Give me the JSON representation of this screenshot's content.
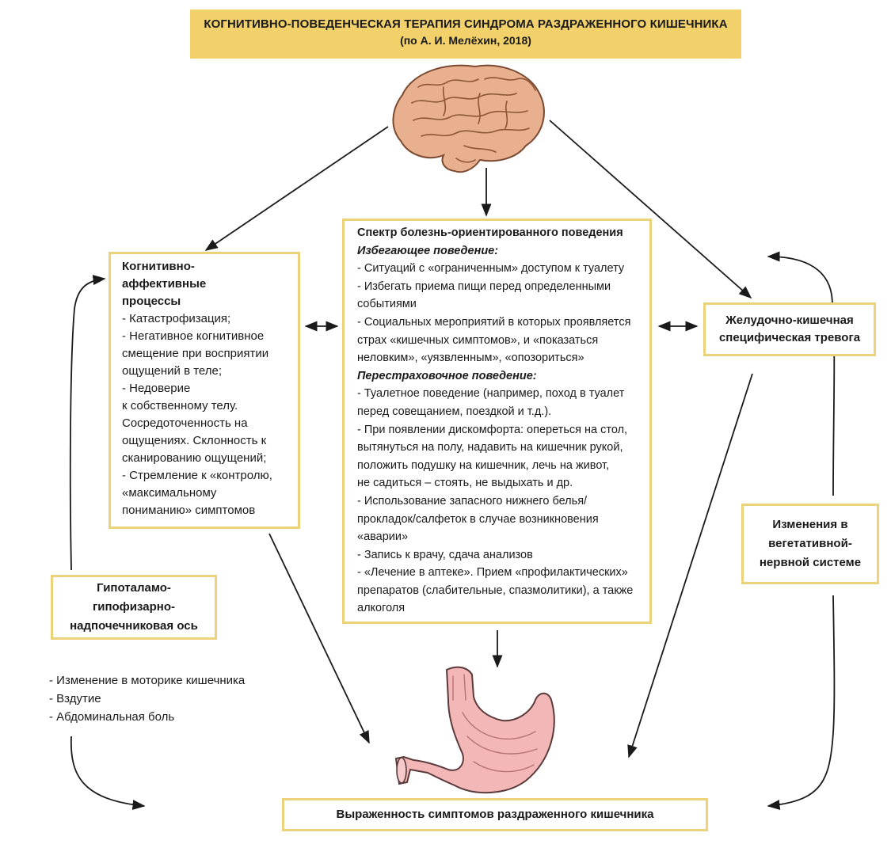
{
  "header": {
    "title": "КОГНИТИВНО-ПОВЕДЕНЧЕСКАЯ ТЕРАПИЯ СИНДРОМА РАЗДРАЖЕННОГО КИШЕЧНИКА",
    "subtitle": "(по А. И. Мелёхин, 2018)"
  },
  "cognitive_box": {
    "title_lines": [
      "Когнитивно-",
      "аффективные",
      "процессы"
    ],
    "lines": [
      "- Катастрофизация;",
      "- Негативное когнитивное",
      "смещение при восприятии",
      "ощущений в теле;",
      "- Недоверие",
      "к собственному телу.",
      "Сосредоточенность на",
      "ощущениях. Склонность к",
      "сканированию ощущений;",
      "- Стремление к «контролю,",
      "«максимальному",
      "пониманию» симптомов"
    ]
  },
  "behavior_box": {
    "title": "Спектр болезнь-ориентированного поведения",
    "avoid_heading": "Избегающее поведение:",
    "avoid_lines": [
      "- Ситуаций с «ограниченным» доступом к туалету",
      "- Избегать приема пищи перед определенными",
      "событиями",
      "- Социальных мероприятий в которых проявляется",
      "страх «кишечных симптомов», и «показаться",
      "неловким», «уязвленным», «опозориться»"
    ],
    "safety_heading": "Перестраховочное поведение:",
    "safety_lines": [
      "- Туалетное поведение (например, поход в туалет",
      "перед совещанием, поездкой и т.д.).",
      "- При появлении дискомфорта: опереться на стол,",
      "вытянуться на полу, надавить на кишечник рукой,",
      "положить подушку на кишечник, лечь на живот,",
      "не садиться – стоять, не выдыхать и др.",
      "- Использование запасного нижнего белья/",
      "прокладок/салфеток в случае возникновения",
      "«аварии»",
      "- Запись к врачу, сдача анализов",
      "- «Лечение в аптеке». Прием «профилактических»",
      "препаратов (слабительные, спазмолитики), а также",
      "алкоголя"
    ]
  },
  "anxiety_box": {
    "lines": [
      "Желудочно-кишечная",
      "специфическая тревога"
    ]
  },
  "vegetative_box": {
    "lines": [
      "Изменения в",
      "вегетативной-",
      "нервной системе"
    ]
  },
  "hpa_box": {
    "lines": [
      "Гипоталамо-",
      "гипофизарно-",
      "надпочечниковая ось"
    ]
  },
  "symptom_list": [
    "- Изменение в моторике кишечника",
    "- Вздутие",
    "- Абдоминальная боль"
  ],
  "outcome_box": {
    "label": "Выраженность симптомов раздраженного кишечника"
  },
  "colors": {
    "banner": "#f2d16b",
    "box_border": "#ecd27a",
    "arrow": "#1a1a1a",
    "brain": "#e8b08e",
    "stomach": "#f3b7b7"
  },
  "icons": [
    "brain-illustration",
    "stomach-illustration"
  ]
}
